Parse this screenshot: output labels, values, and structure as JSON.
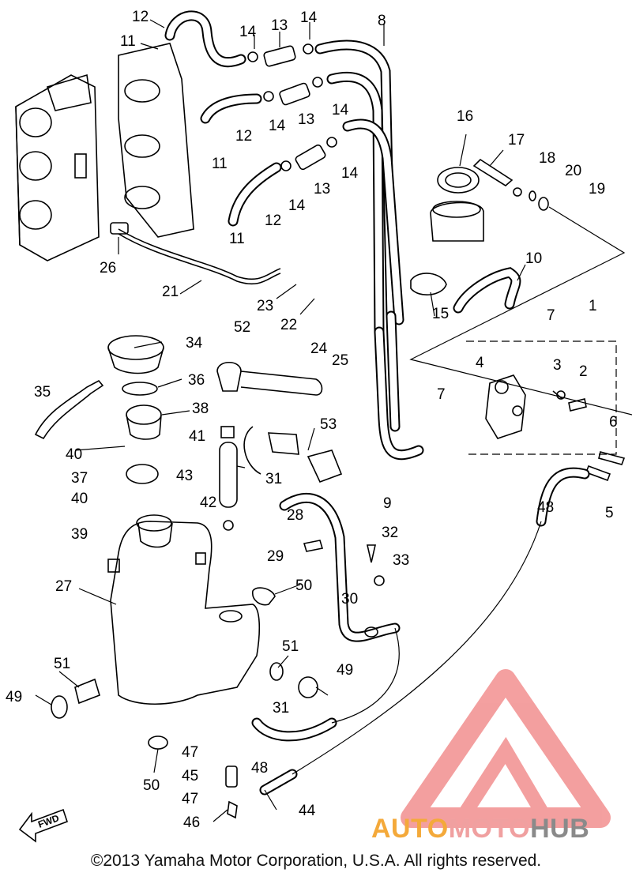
{
  "diagram": {
    "callouts": [
      {
        "id": "c12a",
        "text": "12"
      },
      {
        "id": "c11a",
        "text": "11"
      },
      {
        "id": "c14a",
        "text": "14"
      },
      {
        "id": "c13a",
        "text": "13"
      },
      {
        "id": "c14b",
        "text": "14"
      },
      {
        "id": "c8",
        "text": "8"
      },
      {
        "id": "c12b",
        "text": "12"
      },
      {
        "id": "c14c",
        "text": "14"
      },
      {
        "id": "c13b",
        "text": "13"
      },
      {
        "id": "c14d",
        "text": "14"
      },
      {
        "id": "c11b",
        "text": "11"
      },
      {
        "id": "c14e",
        "text": "14"
      },
      {
        "id": "c14f",
        "text": "14"
      },
      {
        "id": "c13c",
        "text": "13"
      },
      {
        "id": "c12c",
        "text": "12"
      },
      {
        "id": "c11c",
        "text": "11"
      },
      {
        "id": "c26",
        "text": "26"
      },
      {
        "id": "c21",
        "text": "21"
      },
      {
        "id": "c23",
        "text": "23"
      },
      {
        "id": "c22",
        "text": "22"
      },
      {
        "id": "c24",
        "text": "24"
      },
      {
        "id": "c25",
        "text": "25"
      },
      {
        "id": "c16",
        "text": "16"
      },
      {
        "id": "c17",
        "text": "17"
      },
      {
        "id": "c18",
        "text": "18"
      },
      {
        "id": "c20",
        "text": "20"
      },
      {
        "id": "c19",
        "text": "19"
      },
      {
        "id": "c10",
        "text": "10"
      },
      {
        "id": "c15",
        "text": "15"
      },
      {
        "id": "c1",
        "text": "1"
      },
      {
        "id": "c7a",
        "text": "7"
      },
      {
        "id": "c4",
        "text": "4"
      },
      {
        "id": "c3",
        "text": "3"
      },
      {
        "id": "c2",
        "text": "2"
      },
      {
        "id": "c7b",
        "text": "7"
      },
      {
        "id": "c6",
        "text": "6"
      },
      {
        "id": "c5",
        "text": "5"
      },
      {
        "id": "c48a",
        "text": "48"
      },
      {
        "id": "c9",
        "text": "9"
      },
      {
        "id": "c34",
        "text": "34"
      },
      {
        "id": "c52",
        "text": "52"
      },
      {
        "id": "c36",
        "text": "36"
      },
      {
        "id": "c35",
        "text": "35"
      },
      {
        "id": "c38",
        "text": "38"
      },
      {
        "id": "c41",
        "text": "41"
      },
      {
        "id": "c53",
        "text": "53"
      },
      {
        "id": "c40a",
        "text": "40"
      },
      {
        "id": "c37",
        "text": "37"
      },
      {
        "id": "c43",
        "text": "43"
      },
      {
        "id": "c31a",
        "text": "31"
      },
      {
        "id": "c40b",
        "text": "40"
      },
      {
        "id": "c42",
        "text": "42"
      },
      {
        "id": "c28",
        "text": "28"
      },
      {
        "id": "c39",
        "text": "39"
      },
      {
        "id": "c32",
        "text": "32"
      },
      {
        "id": "c29",
        "text": "29"
      },
      {
        "id": "c33",
        "text": "33"
      },
      {
        "id": "c27",
        "text": "27"
      },
      {
        "id": "c50a",
        "text": "50"
      },
      {
        "id": "c30",
        "text": "30"
      },
      {
        "id": "c51a",
        "text": "51"
      },
      {
        "id": "c51b",
        "text": "51"
      },
      {
        "id": "c49a",
        "text": "49"
      },
      {
        "id": "c49b",
        "text": "49"
      },
      {
        "id": "c31b",
        "text": "31"
      },
      {
        "id": "c47a",
        "text": "47"
      },
      {
        "id": "c45",
        "text": "45"
      },
      {
        "id": "c48b",
        "text": "48"
      },
      {
        "id": "c50b",
        "text": "50"
      },
      {
        "id": "c47b",
        "text": "47"
      },
      {
        "id": "c44",
        "text": "44"
      },
      {
        "id": "c46",
        "text": "46"
      }
    ],
    "fwd_label": "FWD",
    "copyright": "©2013 Yamaha Motor Corporation, U.S.A. All rights reserved."
  },
  "watermark": {
    "part1": "AUTO",
    "part2": "MOTO",
    "part3": "HUB",
    "colors": {
      "orange": "#f4a93a",
      "pink": "#f0a0a0",
      "gray": "#8a8a8a",
      "triangle": "#f08080"
    }
  }
}
